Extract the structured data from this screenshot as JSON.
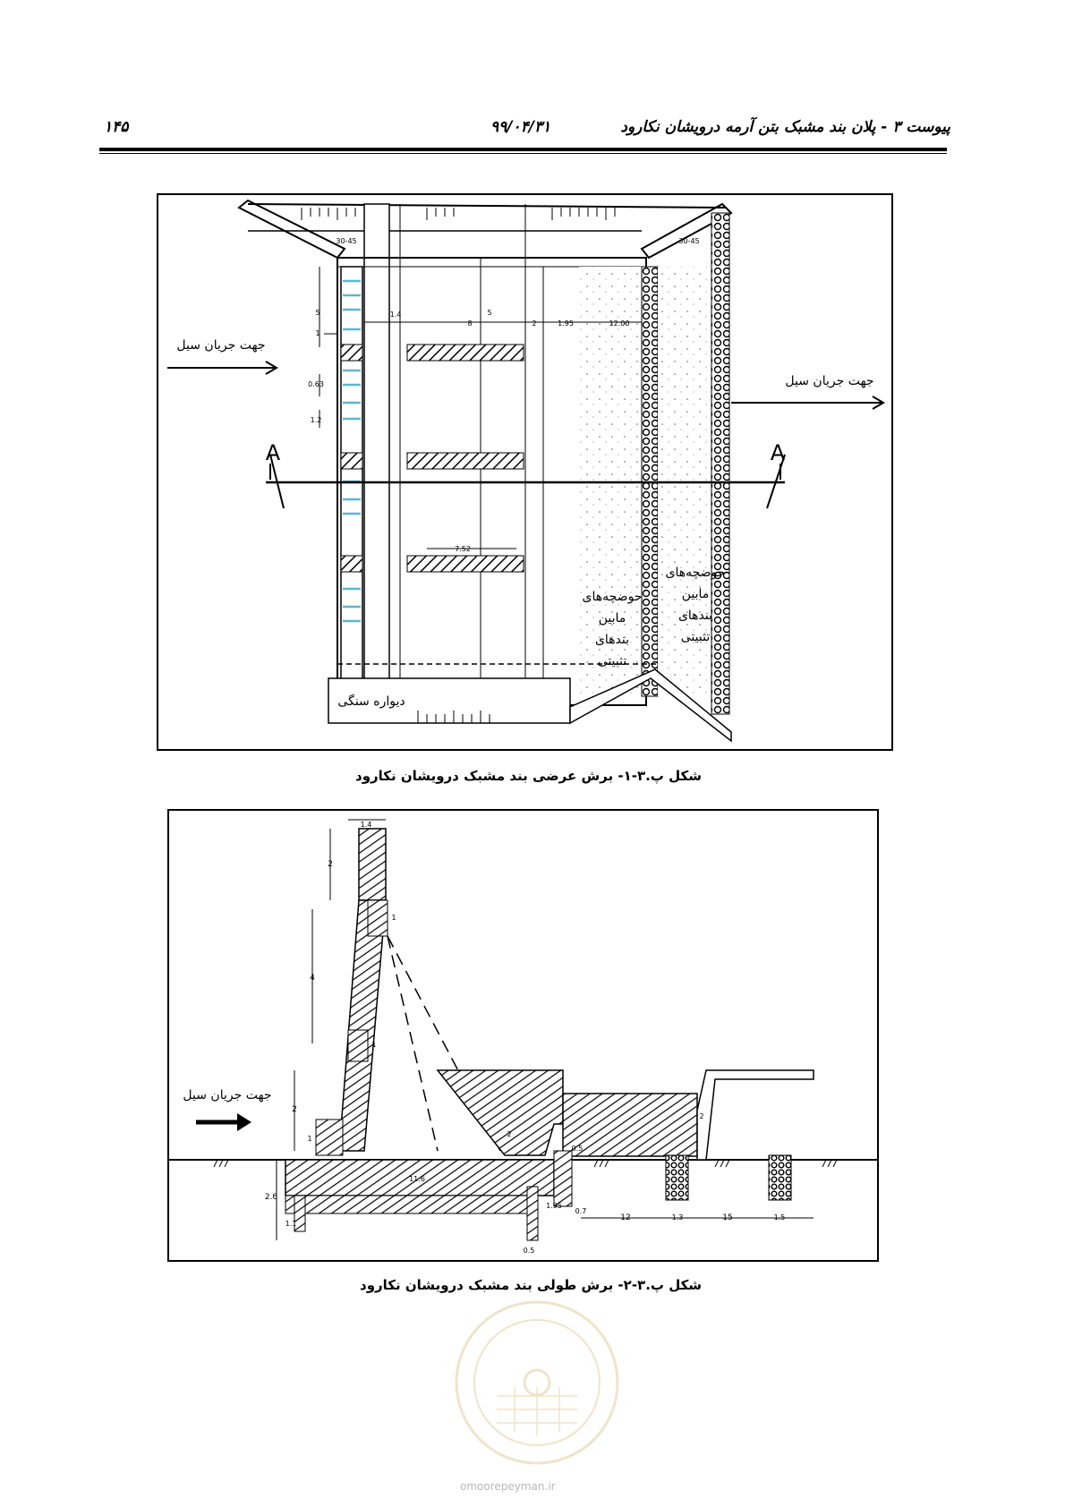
{
  "header": {
    "title": "پیوست ۳ - پلان بند مشبک بتن آرمه درویشان نکارود",
    "date": "۹۹/۰۴/۳۱",
    "page_number": "۱۴۵"
  },
  "figure1": {
    "caption": "شکل پ.۳-۱- برش عرضی بند مشبک درویشان نکارود",
    "flow_left": "جهت جریان سیل",
    "flow_right": "جهت جریان سیل",
    "section_left": "A",
    "section_right": "A",
    "pools_1": "حوضچه‌های مابین بندهای تثبیتی",
    "pools_2": "حوضچه‌های مابین بندهای تثبیتی",
    "stone_wall": "دیواره سنگی",
    "dims": {
      "slope_left": "30-45",
      "slope_right": "30-45",
      "d1": "1.4",
      "d2": "5",
      "d3": "8",
      "d4": "5",
      "d5": "2",
      "d6": "1.95",
      "d7": "12.00",
      "d8": "1",
      "d9": "0.63",
      "d10": "1.2",
      "d11": "7.52"
    }
  },
  "figure2": {
    "caption": "شکل پ.۳-۲- برش طولی بند مشبک درویشان نکارود",
    "flow": "جهت جریان سیل",
    "dims": {
      "top_width": "1.4",
      "h1": "2",
      "h2": "4",
      "h3": "2",
      "h4": "1",
      "h5": "1",
      "h6": "1",
      "depth": "2.6",
      "foot": "1.1",
      "apron": "11.6",
      "step": "1.95",
      "toe": "0.7",
      "cut": "0.5",
      "len1": "12",
      "len2": "15",
      "w1": "1.3",
      "w2": "1.5",
      "slab": "0.5",
      "d2": "2",
      "s1": "2"
    }
  },
  "watermark": {
    "site": "omoorepeyman.ir"
  }
}
